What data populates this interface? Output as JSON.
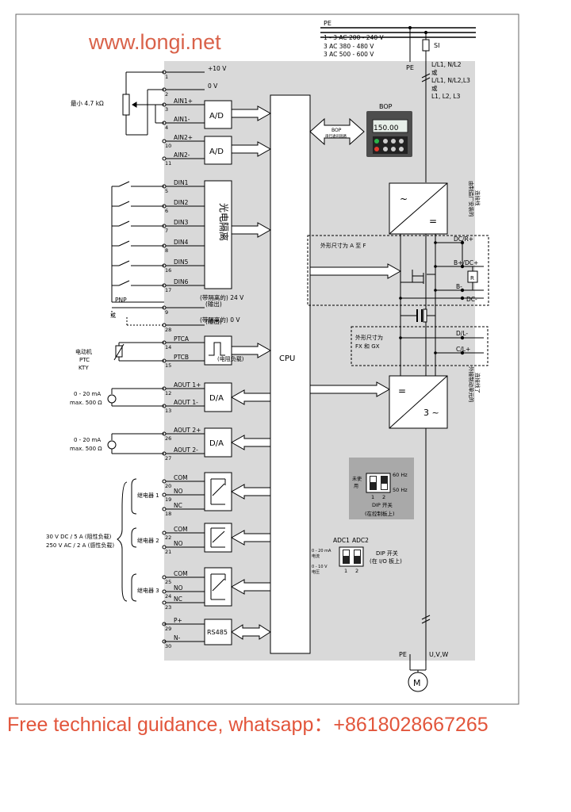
{
  "watermark": "www.longi.net",
  "footer": "Free technical guidance, whatsapp：+8618028667265",
  "power": {
    "pe": "PE",
    "lines": [
      "1 - 3 AC 200 - 240 V",
      "3 AC 380 - 480 V",
      "3 AC 500 - 600 V"
    ],
    "si": "SI",
    "pe_terminal": "PE",
    "input_terms": [
      "L/L1, N/L2",
      "或",
      "L/L1, N/L2,L3",
      "或",
      "L1, L2, L3"
    ]
  },
  "terminals": [
    {
      "no": "1",
      "label": "+10 V"
    },
    {
      "no": "2",
      "label": "0 V"
    },
    {
      "no": "3",
      "label": "AIN1+"
    },
    {
      "no": "4",
      "label": "AIN1-"
    },
    {
      "no": "10",
      "label": "AIN2+"
    },
    {
      "no": "11",
      "label": "AIN2-"
    },
    {
      "no": "5",
      "label": "DIN1"
    },
    {
      "no": "6",
      "label": "DIN2"
    },
    {
      "no": "7",
      "label": "DIN3"
    },
    {
      "no": "8",
      "label": "DIN4"
    },
    {
      "no": "16",
      "label": "DIN5"
    },
    {
      "no": "17",
      "label": "DIN6"
    },
    {
      "no": "9",
      "label": "(输出)"
    },
    {
      "no": "28",
      "label": "(输出)"
    },
    {
      "no": "14",
      "label": "PTCA"
    },
    {
      "no": "15",
      "label": "PTCB"
    },
    {
      "no": "12",
      "label": "AOUT 1+"
    },
    {
      "no": "13",
      "label": "AOUT 1-"
    },
    {
      "no": "26",
      "label": "AOUT 2+"
    },
    {
      "no": "27",
      "label": "AOUT 2-"
    },
    {
      "no": "20",
      "label": "COM"
    },
    {
      "no": "19",
      "label": "NO"
    },
    {
      "no": "18",
      "label": "NC"
    },
    {
      "no": "22",
      "label": "COM"
    },
    {
      "no": "21",
      "label": "NO"
    },
    {
      "no": "25",
      "label": "COM"
    },
    {
      "no": "24",
      "label": "NO"
    },
    {
      "no": "23",
      "label": "NC"
    },
    {
      "no": "29",
      "label": "P+"
    },
    {
      "no": "30",
      "label": "N-"
    }
  ],
  "blocks": {
    "ad1": "A/D",
    "ad2": "A/D",
    "opto": "光电隔离",
    "cpu": "CPU",
    "ptc": "(电阻负载)",
    "da1": "D/A",
    "da2": "D/A",
    "rs485": "RS485"
  },
  "labels": {
    "pot": "最小  4.7 kΩ",
    "pnp": "PNP",
    "or": "或",
    "v24_a": "(带隔离的) 24 V",
    "v0_a": "(带隔离的) 0 V",
    "motor_lines": [
      "电动机",
      "PTC",
      "KTY"
    ],
    "aout1": [
      "0 - 20 mA",
      "max. 500 Ω"
    ],
    "aout2": [
      "0 - 20 mA",
      "max. 500 Ω"
    ],
    "relay1": "继电器 1",
    "relay2": "继电器 2",
    "relay3": "继电器 3",
    "relay_rating": [
      "30 V DC / 5 A (阻性负载)",
      "250 V AC / 2 A (感性负载)"
    ]
  },
  "bop": {
    "title": "BOP",
    "display": "150.00",
    "link": [
      "BOP",
      "串行通讯链路"
    ]
  },
  "power_section": {
    "rect_sym": [
      "~",
      "="
    ],
    "inv_sym": [
      "=",
      "3 ~"
    ],
    "frame_af": "外形尺寸为 A 至 F",
    "frame_fx": [
      "外形尺寸为",
      "FX 和 GX"
    ],
    "dc_terms": [
      "DC/R+",
      "B+/DC+",
      "B-",
      "DC-",
      "D/L-",
      "C/L+"
    ],
    "r_box": "R",
    "side_note_1": [
      "由制造厂安装的",
      "连接线"
    ],
    "side_note_2": [
      "外接制动单元的",
      "连接线了"
    ]
  },
  "dip_panel": {
    "left_label": [
      "未使",
      "用"
    ],
    "hz60": "60 Hz",
    "hz50": "50 Hz",
    "nums": [
      "1",
      "2"
    ],
    "caption": [
      "DIP 开关",
      "(在控制板上)"
    ]
  },
  "adc": {
    "labels": [
      "ADC1",
      "ADC2"
    ],
    "left": [
      "0 - 20 mA",
      "电流",
      "0 - 10 V",
      "电压"
    ],
    "nums": [
      "1",
      "2"
    ],
    "caption": [
      "DIP 开关",
      "(在 I/O 板上)"
    ]
  },
  "output": {
    "pe": "PE",
    "uvw": "U,V,W",
    "motor": "M"
  }
}
